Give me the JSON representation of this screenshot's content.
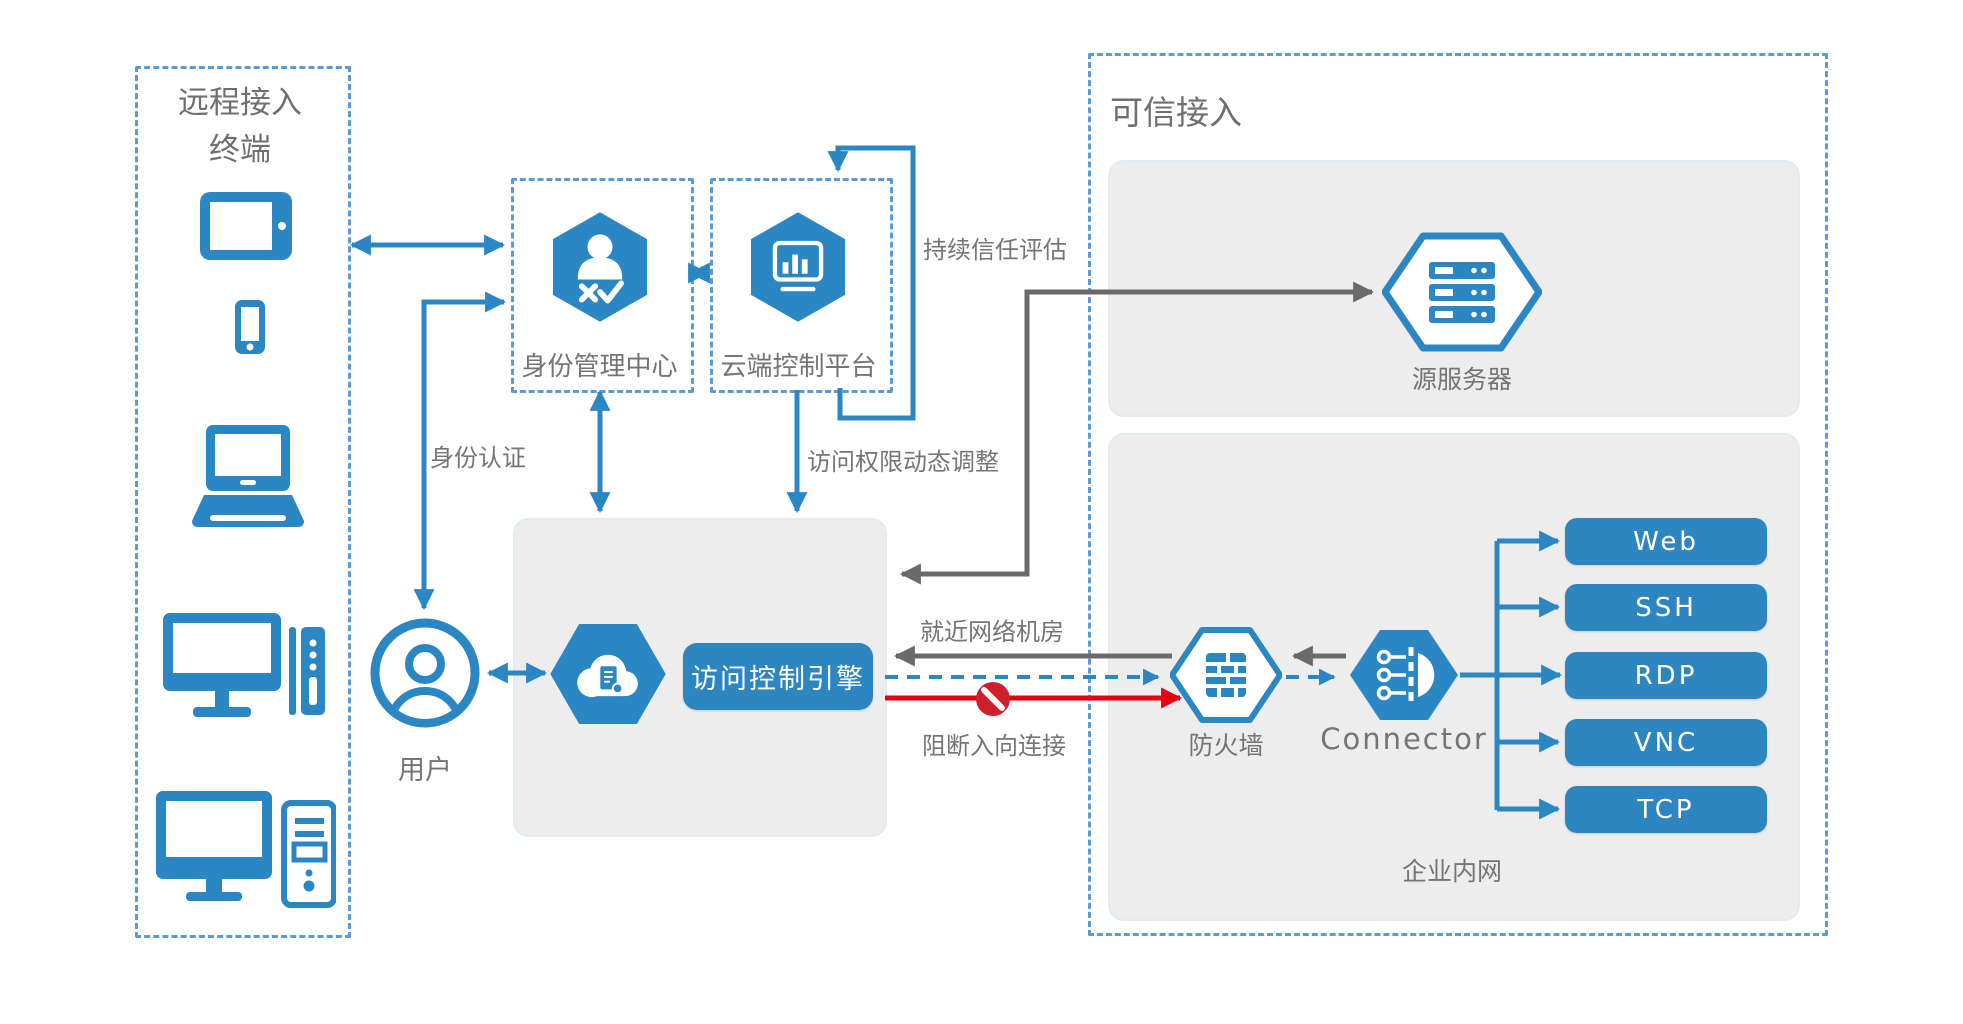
{
  "colors": {
    "primary_blue": "#2b86c4",
    "dashed_border": "#5b9bd5",
    "panel_gray": "#ededed",
    "arrow_gray": "#6a6a6a",
    "alert_red": "#e60012",
    "label_gray": "#757575",
    "button_blue": "#2e86c1"
  },
  "icons": {
    "remote_devices": [
      "tablet-icon",
      "smartphone-icon",
      "laptop-icon",
      "monitor-settop-icon",
      "desktop-tower-icon"
    ],
    "identity_center": "user-verify-hexagon-icon",
    "cloud_platform": "dashboard-hexagon-icon",
    "access_engine": "cloud-policy-hexagon-icon",
    "user": "person-circle-icon",
    "origin_server": "server-stack-hexagon-icon",
    "firewall": "brick-wall-hexagon-icon",
    "connector": "connector-hexagon-icon",
    "block_sign": "no-entry-icon"
  },
  "remote_terminal_box": {
    "title_line1": "远程接入",
    "title_line2": "终端"
  },
  "identity_center": {
    "label": "身份管理中心"
  },
  "cloud_platform": {
    "label": "云端控制平台"
  },
  "user": {
    "label": "用户"
  },
  "access_engine": {
    "button_label": "访问控制引擎"
  },
  "edge_labels": {
    "continuous_trust": "持续信任评估",
    "identity_auth": "身份认证",
    "dynamic_permission": "访问权限动态调整",
    "nearby_idc": "就近网络机房",
    "block_inbound": "阻断入向连接"
  },
  "trusted_access": {
    "title": "可信接入",
    "origin_server": {
      "label": "源服务器"
    },
    "intranet": {
      "label": "企业内网",
      "firewall": {
        "label": "防火墙"
      },
      "connector": {
        "label": "Connector"
      },
      "protocols": [
        "Web",
        "SSH",
        "RDP",
        "VNC",
        "TCP"
      ]
    }
  }
}
